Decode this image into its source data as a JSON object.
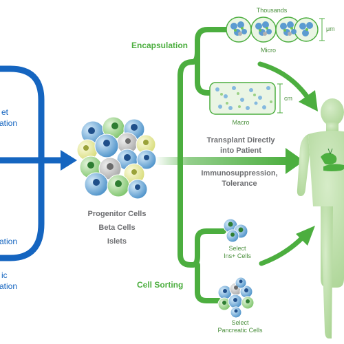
{
  "left_labels": {
    "top_line1": "et",
    "top_line2": "ation",
    "bottom_line1": "ation",
    "bottom_line2": "ic",
    "bottom_line3": "ation"
  },
  "cells": {
    "line1": "Progenitor Cells",
    "line2": "Beta Cells",
    "line3": "Islets"
  },
  "encapsulation": {
    "title": "Encapsulation",
    "thousands": "Thousands",
    "micro": "Micro",
    "micro_unit": "μm",
    "macro": "Macro",
    "macro_unit": "cm"
  },
  "transplant": {
    "line1": "Transplant Directly",
    "line2": "into Patient"
  },
  "immuno": {
    "line1": "Immunosuppression,",
    "line2": "Tolerance"
  },
  "cell_sorting": {
    "title": "Cell Sorting",
    "select_ins_line1": "Select",
    "select_ins_line2": "Ins+ Cells",
    "select_pan_line1": "Select",
    "select_pan_line2": "Pancreatic Cells"
  },
  "colors": {
    "blue": "#1565c0",
    "green": "#4cae3f",
    "body_green": "#b7dca4",
    "text_gray": "#6d6e71"
  }
}
